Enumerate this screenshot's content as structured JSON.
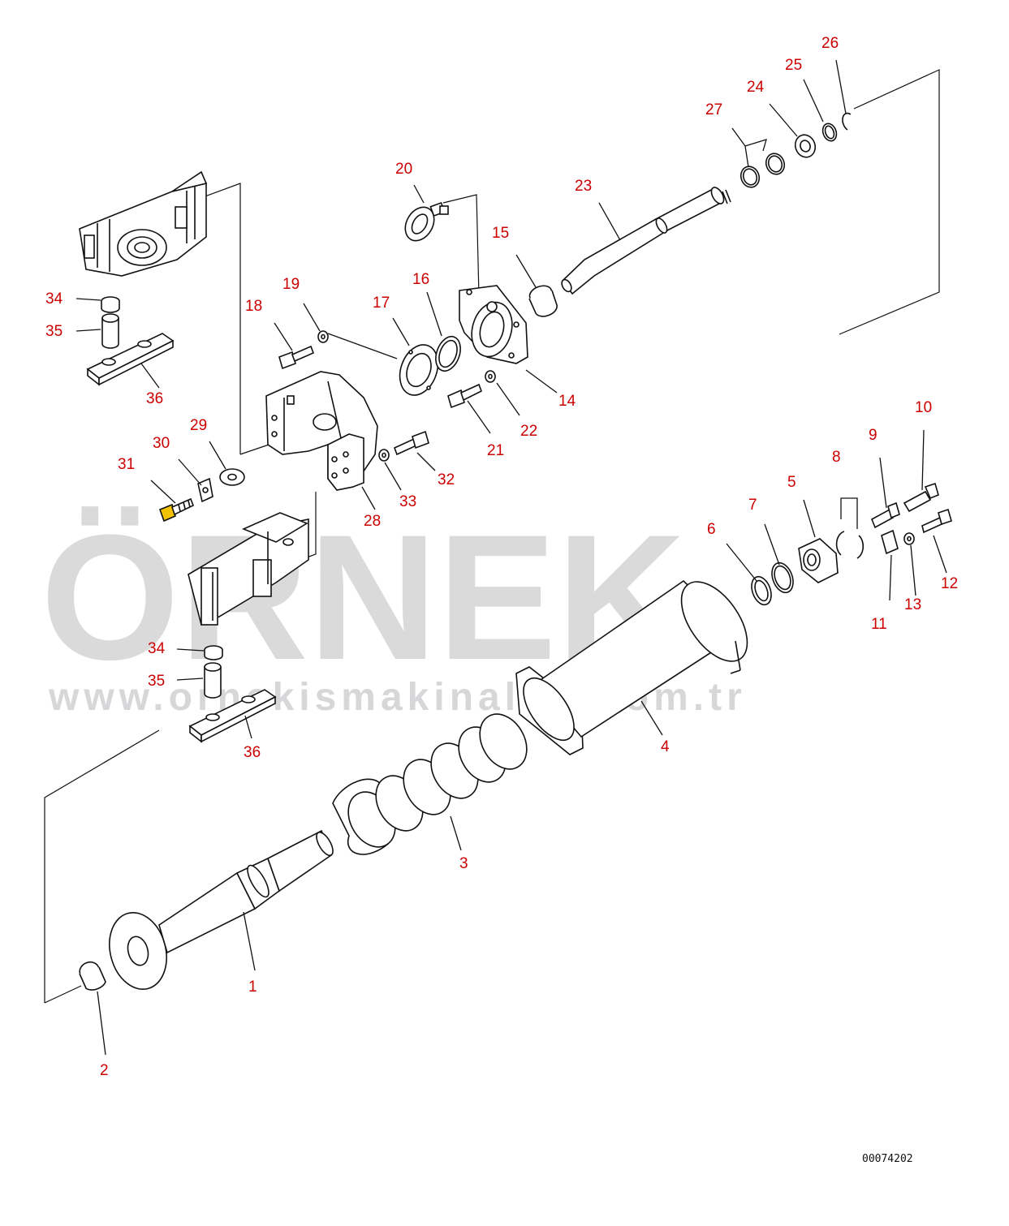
{
  "drawing_number": "00074202",
  "watermark": {
    "brand": "ÖRNEK",
    "url": "www.ornekismakinalari.com.tr"
  },
  "callouts": [
    "1",
    "2",
    "3",
    "4",
    "5",
    "6",
    "7",
    "8",
    "9",
    "10",
    "11",
    "12",
    "13",
    "14",
    "15",
    "16",
    "17",
    "18",
    "19",
    "20",
    "21",
    "22",
    "23",
    "24",
    "25",
    "26",
    "27",
    "28",
    "29",
    "30",
    "31",
    "32",
    "33",
    "34",
    "35",
    "36"
  ],
  "colors": {
    "callout_text": "#cc0000",
    "line_art": "#111111",
    "watermark": "#a8a8ac",
    "highlight": "#f2c200"
  }
}
